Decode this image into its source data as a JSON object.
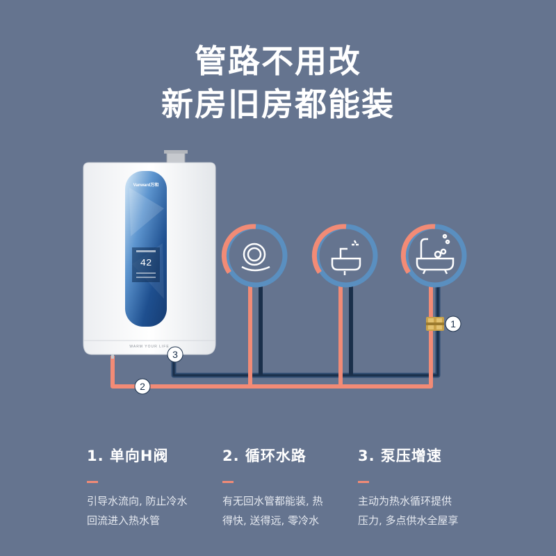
{
  "headline": {
    "line1": "管路不用改",
    "line2": "新房旧房都能装"
  },
  "heater": {
    "brand": "Vanward万和",
    "tagline": "WARM YOUR LIFE",
    "display_temp": "42"
  },
  "fixtures": [
    {
      "name": "plate-icon"
    },
    {
      "name": "sink-icon"
    },
    {
      "name": "bathtub-icon"
    }
  ],
  "markers": {
    "m1": "1",
    "m2": "2",
    "m3": "3"
  },
  "colors": {
    "background": "#65748f",
    "hot_pipe": "#f28b76",
    "return_pipe": "#1e3a5c",
    "ring_blue": "#5a8fc0"
  },
  "features": [
    {
      "title": "1. 单向H阀",
      "desc": "引导水流向, 防止冷水\n回流进入热水管"
    },
    {
      "title": "2. 循环水路",
      "desc": "有无回水管都能装, 热\n得快, 送得远, 零冷水"
    },
    {
      "title": "3. 泵压增速",
      "desc": "主动为热水循环提供\n压力, 多点供水全屋享"
    }
  ]
}
